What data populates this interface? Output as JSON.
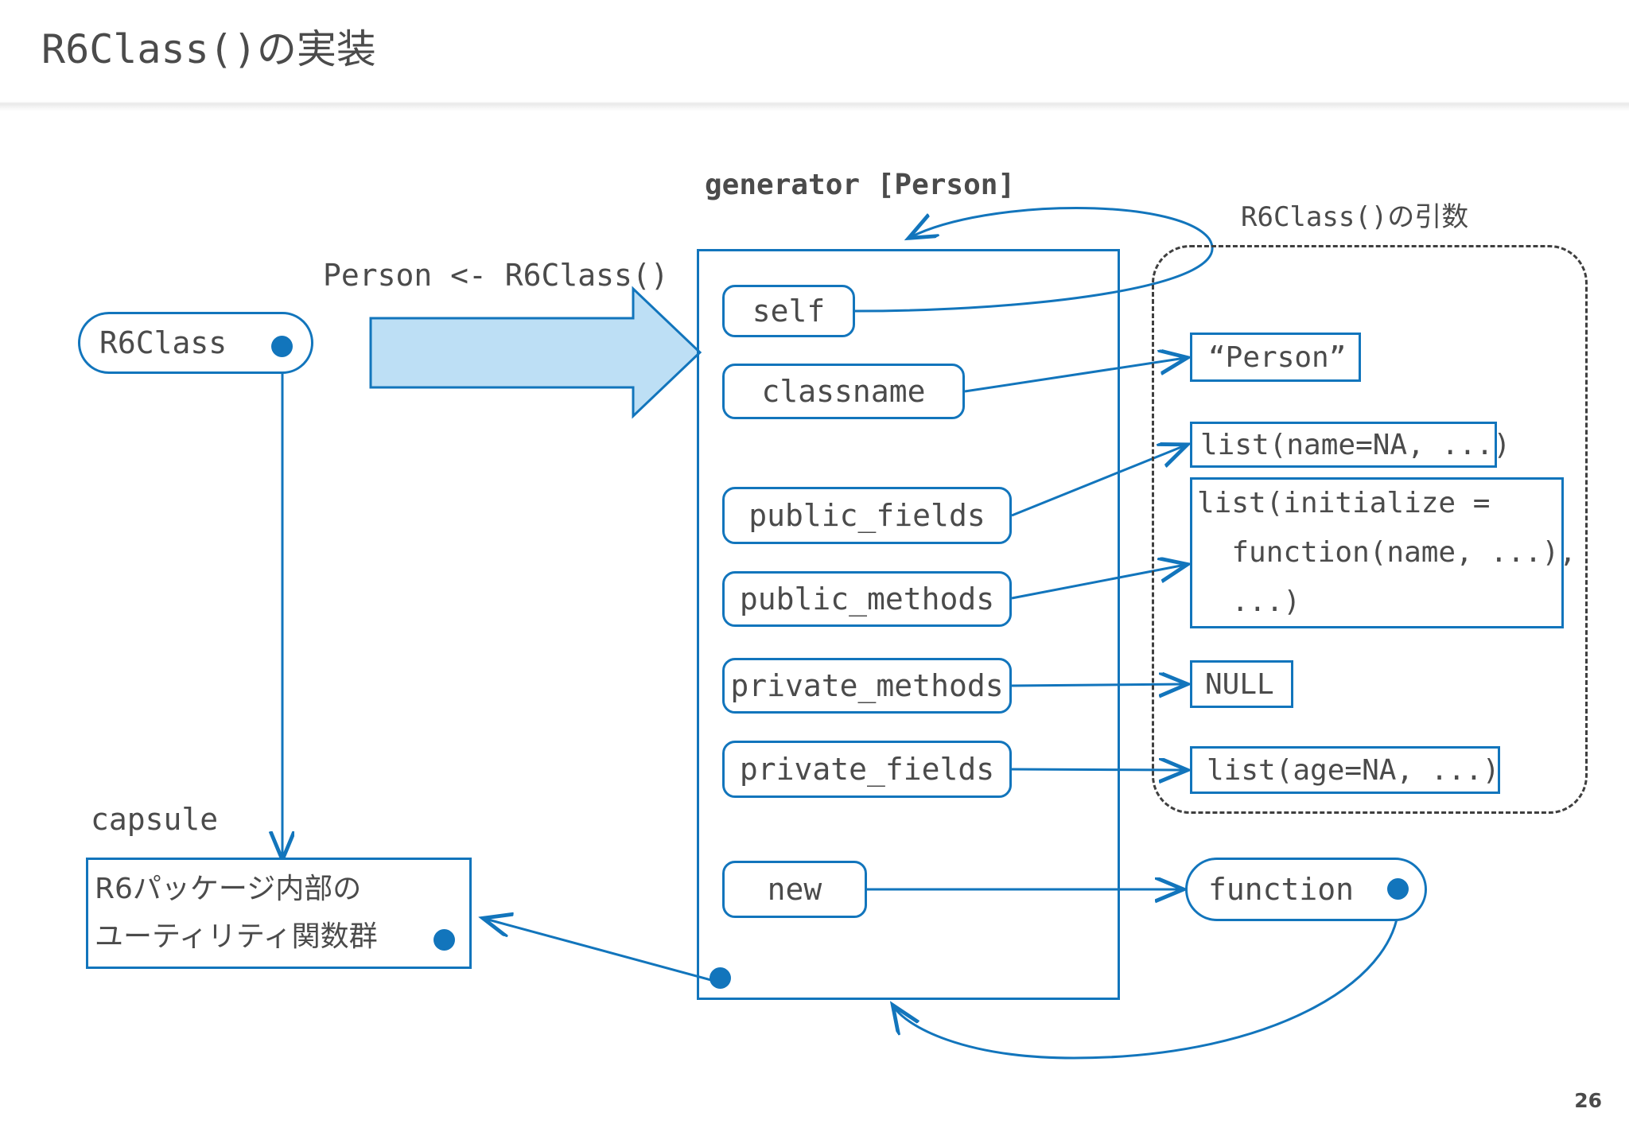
{
  "slide": {
    "title": "R6Class()の実装",
    "page_number": "26",
    "accent_color": "#1275bc",
    "text_color": "#4b4b4b",
    "arrow_fill": "#bddff5",
    "dashed_color": "#3f3f3f",
    "background": "#ffffff"
  },
  "labels": {
    "generator_title": "generator [Person]",
    "assignment": "Person <- R6Class()",
    "args_title": "R6Class()の引数",
    "capsule": "capsule"
  },
  "left": {
    "r6class_node": "R6Class",
    "capsule_box": {
      "line1": "R6パッケージ内部の",
      "line2": "ユーティリティ関数群"
    }
  },
  "generator": {
    "items": [
      {
        "label": "self",
        "shape": "rounded"
      },
      {
        "label": "classname",
        "shape": "rounded"
      },
      {
        "label": "public_fields",
        "shape": "rounded"
      },
      {
        "label": "public_methods",
        "shape": "rounded"
      },
      {
        "label": "private_methods",
        "shape": "rounded"
      },
      {
        "label": "private_fields",
        "shape": "rounded"
      },
      {
        "label": "new",
        "shape": "rounded"
      }
    ]
  },
  "arguments": {
    "items": [
      {
        "label": "“Person”",
        "shape": "rect"
      },
      {
        "label": "list(name=NA, ...)",
        "shape": "rect"
      },
      {
        "label": "list(initialize =",
        "shape": "rect",
        "line2": "  function(name, ...),",
        "line3": "  ...)"
      },
      {
        "label": "NULL",
        "shape": "rect"
      },
      {
        "label": "list(age=NA, ...)",
        "shape": "rect"
      }
    ]
  },
  "function_node": {
    "label": "function"
  }
}
